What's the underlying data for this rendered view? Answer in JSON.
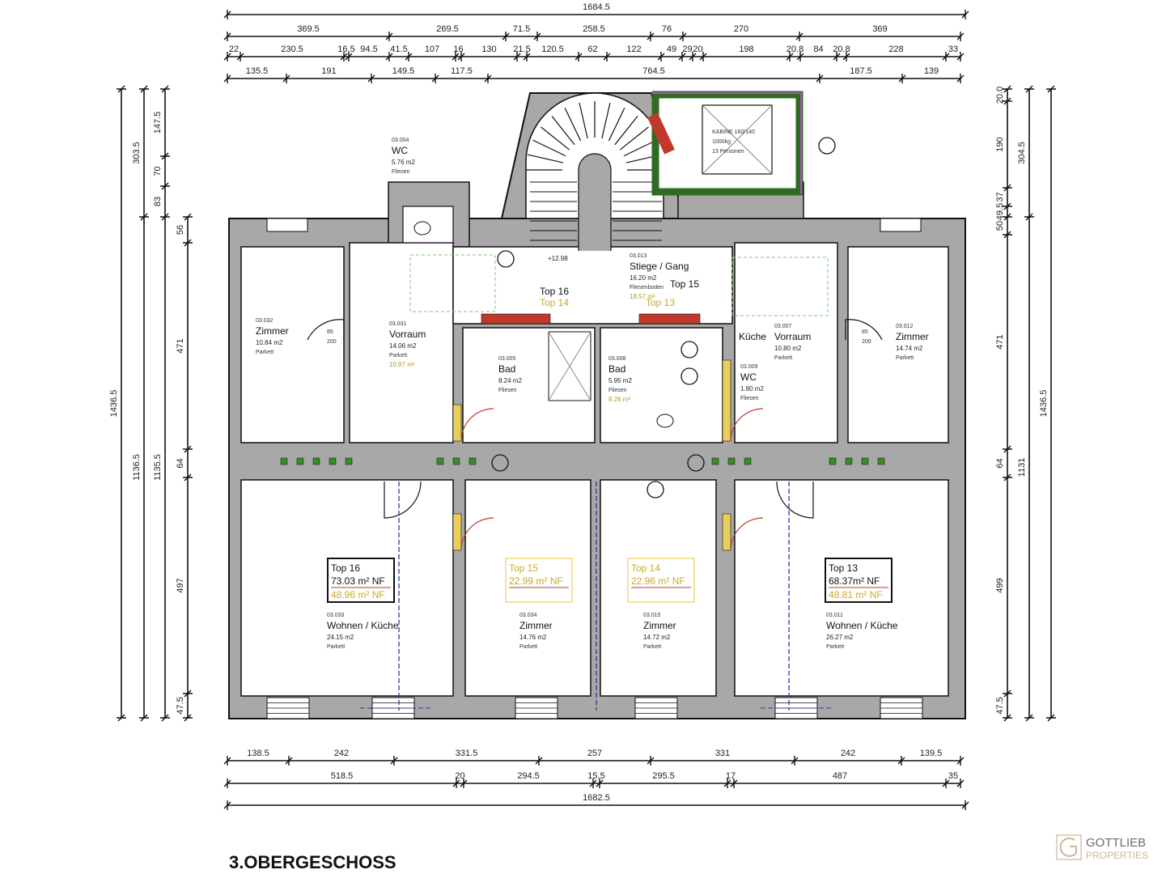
{
  "title": "3.OBERGESCHOSS",
  "logo": {
    "line1": "GOTTLIEB",
    "line2": "PROPERTIES"
  },
  "dimensions": {
    "top": {
      "total": "1684.5",
      "row2": [
        "369.5",
        "269.5",
        "71.5",
        "258.5",
        "76",
        "270",
        "369"
      ],
      "row3": [
        "22",
        "230.5",
        "16.5",
        "94.5",
        "41.5",
        "107",
        "16",
        "130",
        "21.5",
        "120.5",
        "62",
        "122",
        "49",
        "29",
        "20",
        "198",
        "20.8",
        "84",
        "20.8",
        "228",
        "33"
      ],
      "row4": [
        "135.5",
        "191",
        "149.5",
        "117.5",
        "764.5",
        "187.5",
        "139"
      ]
    },
    "bottom": {
      "row1": [
        "138.5",
        "242",
        "331.5",
        "257",
        "331",
        "242",
        "139.5"
      ],
      "row2": [
        "518.5",
        "20",
        "294.5",
        "15.5",
        "295.5",
        "17",
        "487",
        "35"
      ],
      "total": "1682.5"
    },
    "left": {
      "col1": [
        "1436.5"
      ],
      "col2": [
        "303.5",
        "1136.5"
      ],
      "col3": [
        "147.5",
        "70",
        "83",
        "1135.5"
      ],
      "col4": [
        "56",
        "471",
        "64",
        "497",
        "47.5"
      ]
    },
    "right": {
      "col1": [
        "20.0",
        "190",
        "37",
        "49.5",
        "50",
        "471",
        "64",
        "499",
        "47.5"
      ],
      "col2": [
        "304.5",
        "1131"
      ],
      "col3": [
        "1436.5"
      ]
    }
  },
  "rooms": [
    {
      "code": "03.032",
      "name": "Zimmer",
      "area": "10.84 m2",
      "floor": "Parkett"
    },
    {
      "code": "03.031",
      "name": "Vorraum",
      "area": "14.06 m2",
      "floor": "Parkett",
      "extra": "10.97 m²"
    },
    {
      "code": "03.005",
      "name": "Bad",
      "area": "8.24 m2",
      "floor": "Fliesen"
    },
    {
      "code": "03.008",
      "name": "Bad",
      "area": "5.95 m2",
      "floor": "Fliesen",
      "extra": "8.26 m²"
    },
    {
      "code": "03.013",
      "name": "Stiege / Gang",
      "area": "16.20 m2",
      "floor": "Fliesenboden",
      "extra": "18.57 m²"
    },
    {
      "code": "03.004",
      "name": "WC",
      "area": "5.76 m2",
      "floor": "Fliesen"
    },
    {
      "code": "03.007",
      "name": "Vorraum",
      "area": "10.80 m2",
      "floor": "Parkett",
      "prefix": "Küche"
    },
    {
      "code": "03.009",
      "name": "WC",
      "area": "1.80 m2",
      "floor": "Fliesen"
    },
    {
      "code": "03.012",
      "name": "Zimmer",
      "area": "14.74 m2",
      "floor": "Parkett"
    },
    {
      "code": "03.033",
      "name": "Wohnen / Küche",
      "area": "24.15 m2",
      "floor": "Parkett"
    },
    {
      "code": "03.034",
      "name": "Zimmer",
      "area": "14.76 m2",
      "floor": "Parkett"
    },
    {
      "code": "03.015",
      "name": "Zimmer",
      "area": "14.72 m2",
      "floor": "Parkett"
    },
    {
      "code": "03.011",
      "name": "Wohnen / Küche",
      "area": "26.27 m2",
      "floor": "Parkett"
    }
  ],
  "units": [
    {
      "label": "Top 16",
      "area": "73.03 m² NF",
      "area_alt": "48.96 m² NF"
    },
    {
      "label": "Top 15",
      "area": "22.99 m² NF"
    },
    {
      "label": "Top 14",
      "area": "22.96 m² NF"
    },
    {
      "label": "Top 13",
      "area": "68.37m² NF",
      "area_alt": "48.81 m² NF"
    }
  ],
  "corridor_labels": [
    "Top 16",
    "Top 15",
    "Top 14",
    "Top 13"
  ],
  "stair": {
    "level": "+12.98"
  },
  "elevator": {
    "label": "KABINE 160/140",
    "load": "1000kg",
    "persons": "13 Personen"
  },
  "doors": [
    {
      "label_top": "85",
      "label_bottom": "200"
    },
    {
      "label_top": "85",
      "label_bottom": "200"
    }
  ],
  "colors": {
    "wall": "#a8a8a8",
    "elevator": "#2f6b22",
    "accent_red": "#c0392b",
    "accent_yellow": "#e8cf5a",
    "green_marker": "#3a8a2a",
    "logo_gold": "#c8b79a"
  }
}
